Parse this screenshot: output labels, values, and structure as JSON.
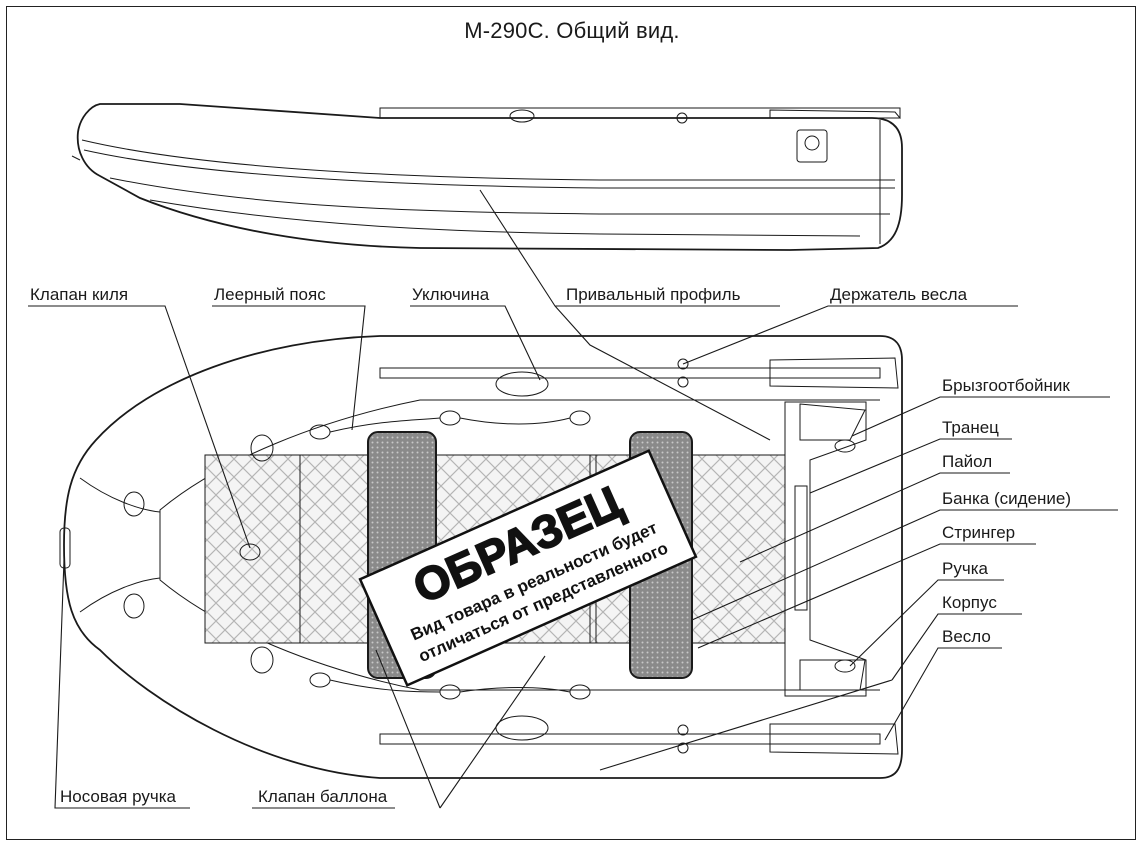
{
  "title": "М-290С. Общий вид.",
  "labels": {
    "keel_valve": "Клапан киля",
    "lifeline": "Леерный пояс",
    "oarlock": "Уключина",
    "fender_profile": "Привальный профиль",
    "oar_holder": "Держатель весла",
    "splash_guard": "Брызгоотбойник",
    "transom": "Транец",
    "floor": "Пайол",
    "seat": "Банка (сидение)",
    "stringer": "Стрингер",
    "handle": "Ручка",
    "hull": "Корпус",
    "oar": "Весло",
    "bow_handle": "Носовая ручка",
    "tube_valve": "Клапан баллона"
  },
  "watermark": {
    "main": "ОБРАЗЕЦ",
    "line1": "Вид товара в реальности будет",
    "line2": "отличаться  от  представленного"
  },
  "colors": {
    "line": "#1a1a1a",
    "seat_fill": "#8c8c8c",
    "floor_fill": "#f2f2f2"
  }
}
